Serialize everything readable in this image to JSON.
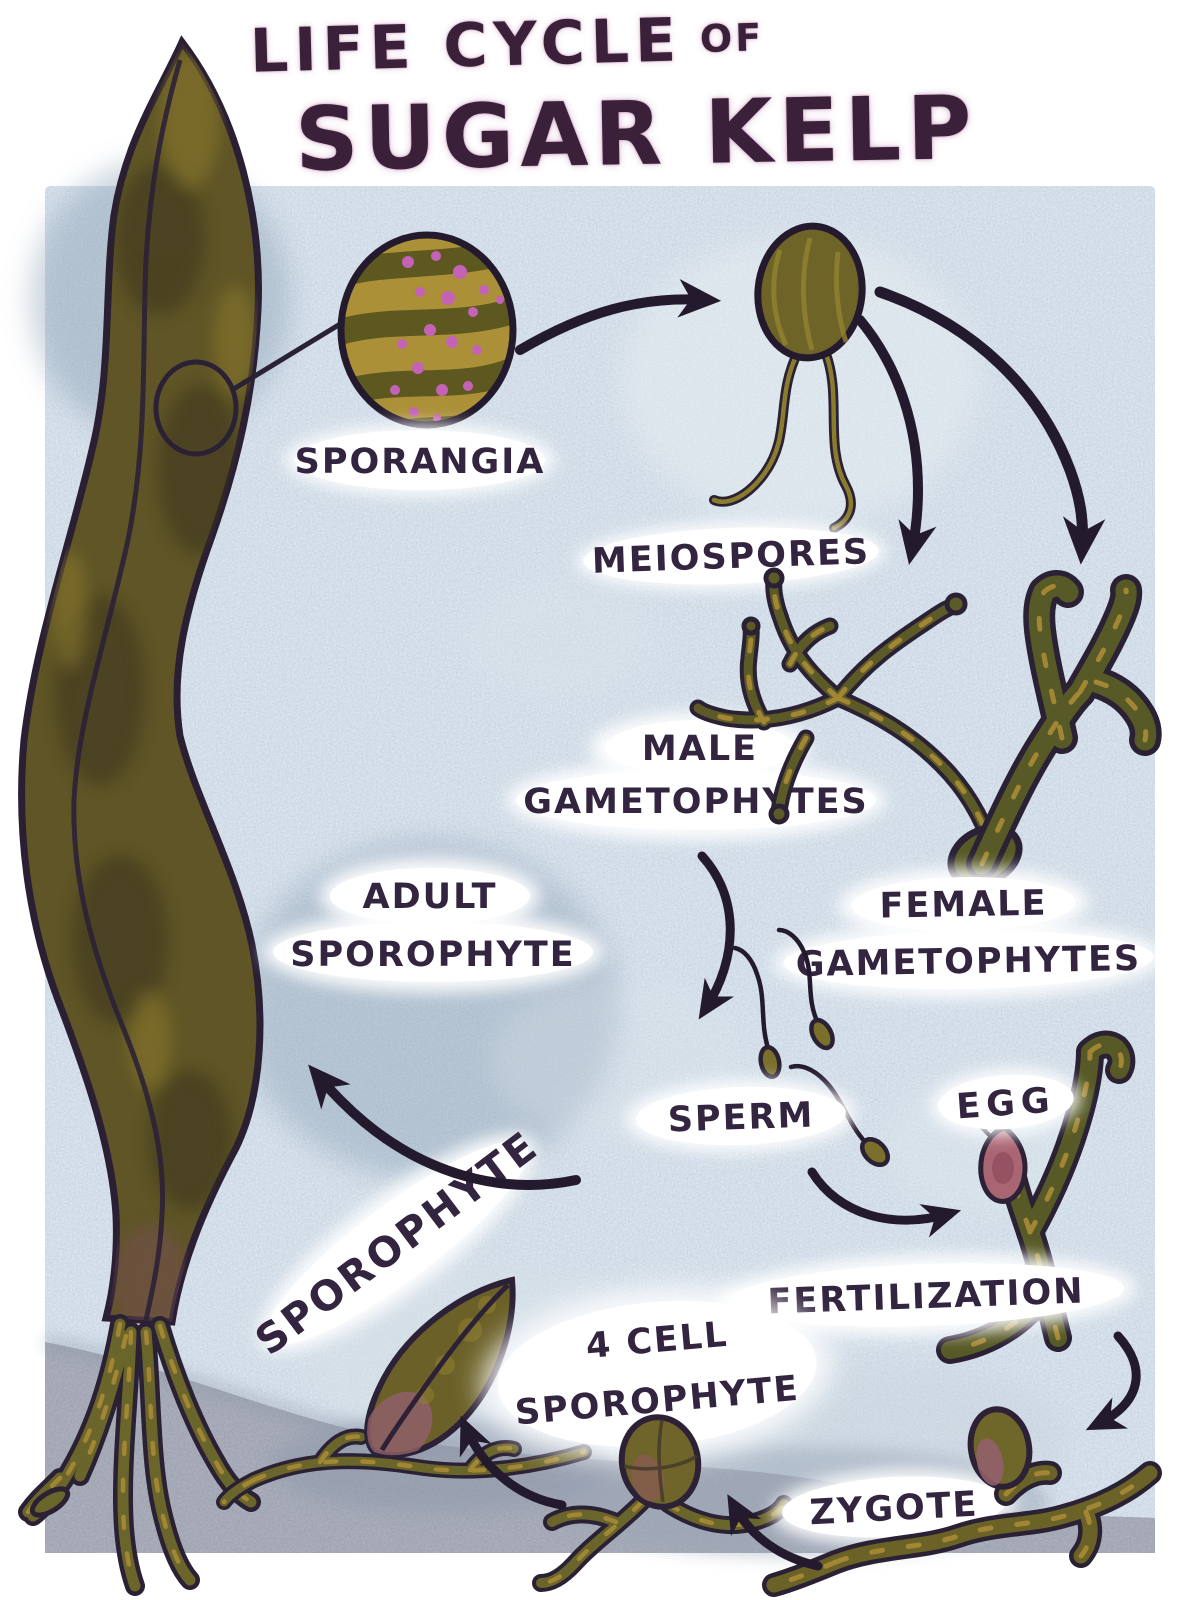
{
  "title": {
    "line1": "LIFE CYCLE",
    "of": "OF",
    "line2": "SUGAR KELP"
  },
  "stages": {
    "adult_sporophyte": {
      "line1": "ADULT",
      "line2": "SPOROPHYTE"
    },
    "sporangia": {
      "label": "SPORANGIA"
    },
    "meiospores": {
      "label": "MEIOSPORES"
    },
    "male_gametophytes": {
      "line1": "MALE",
      "line2": "GAMETOPHYTES"
    },
    "female_gametophytes": {
      "line1": "FEMALE",
      "line2": "GAMETOPHYTES"
    },
    "sperm": {
      "label": "SPERM"
    },
    "egg": {
      "label": "EGG"
    },
    "fertilization": {
      "label": "FERTILIZATION"
    },
    "zygote": {
      "label": "ZYGOTE"
    },
    "four_cell_sporophyte": {
      "line1": "4 CELL",
      "line2": "SPOROPHYTE"
    },
    "young_sporophyte": {
      "label": "SPOROPHYTE"
    }
  },
  "colors": {
    "ink": "#33243f",
    "title_ink": "#3a2038",
    "arrow": "#241a2e",
    "water": "#a4b8ca",
    "seafloor": "#5d6073",
    "kelp_olive": "#5f5526",
    "kelp_gold": "#a28634",
    "sporangia_fill": "#ab9038",
    "spore_dot_pink": "#c463b6",
    "egg_pink": "#aa6573",
    "label_background": "#ffffff"
  }
}
